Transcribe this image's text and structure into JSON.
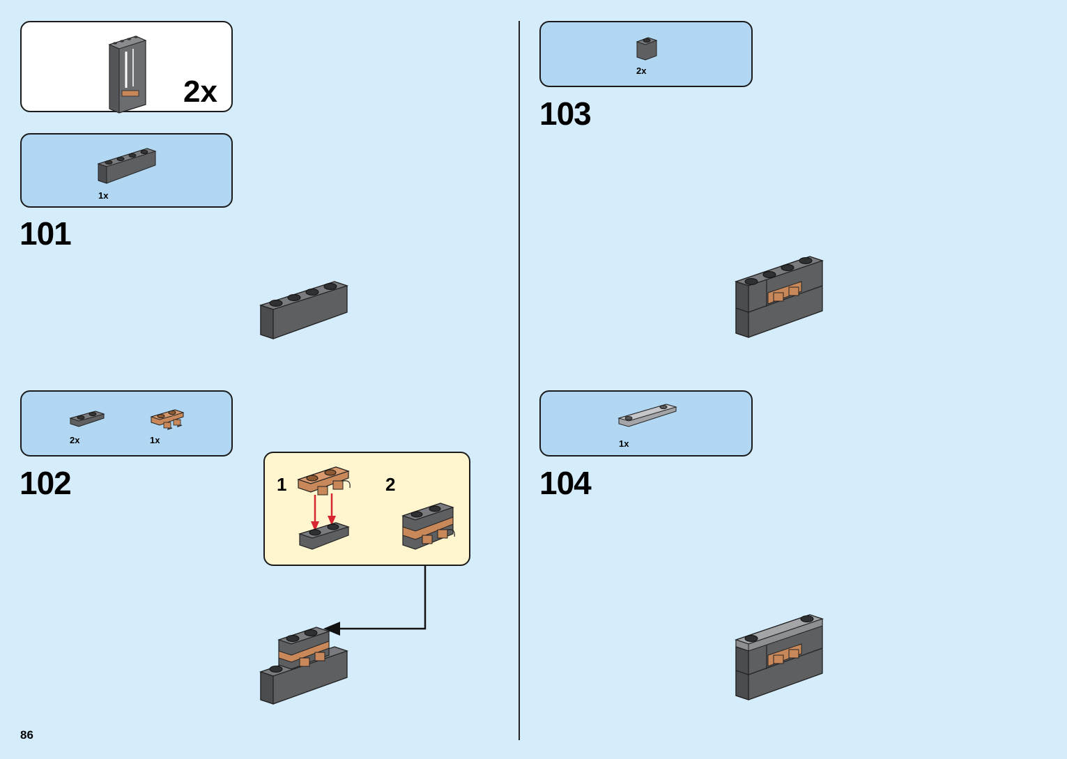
{
  "page_number": "86",
  "colors": {
    "background": "#d5ecfb",
    "parts_box": "#b1d7f2",
    "sub_assembly_box": "#fff5cf",
    "dark_gray_brick": "#5e5f61",
    "light_gray_plate": "#a3a5a8",
    "medium_nougat": "#c88859",
    "arrow_red": "#d7262f"
  },
  "intro_panel": {
    "quantity": "2x",
    "icon": "wall-module-icon"
  },
  "steps": [
    {
      "number": "101",
      "parts": [
        {
          "quantity": "1x",
          "icon": "brick-1x4-dark-gray-icon"
        }
      ]
    },
    {
      "number": "102",
      "parts": [
        {
          "quantity": "2x",
          "icon": "plate-1x2-dark-gray-icon"
        },
        {
          "quantity": "1x",
          "icon": "plate-1x2-clips-nougat-icon"
        }
      ],
      "sub_steps": [
        {
          "number": "1"
        },
        {
          "number": "2"
        }
      ]
    },
    {
      "number": "103",
      "parts": [
        {
          "quantity": "2x",
          "icon": "brick-1x1-dark-gray-icon"
        }
      ]
    },
    {
      "number": "104",
      "parts": [
        {
          "quantity": "1x",
          "icon": "plate-1x4-light-gray-icon"
        }
      ]
    }
  ]
}
